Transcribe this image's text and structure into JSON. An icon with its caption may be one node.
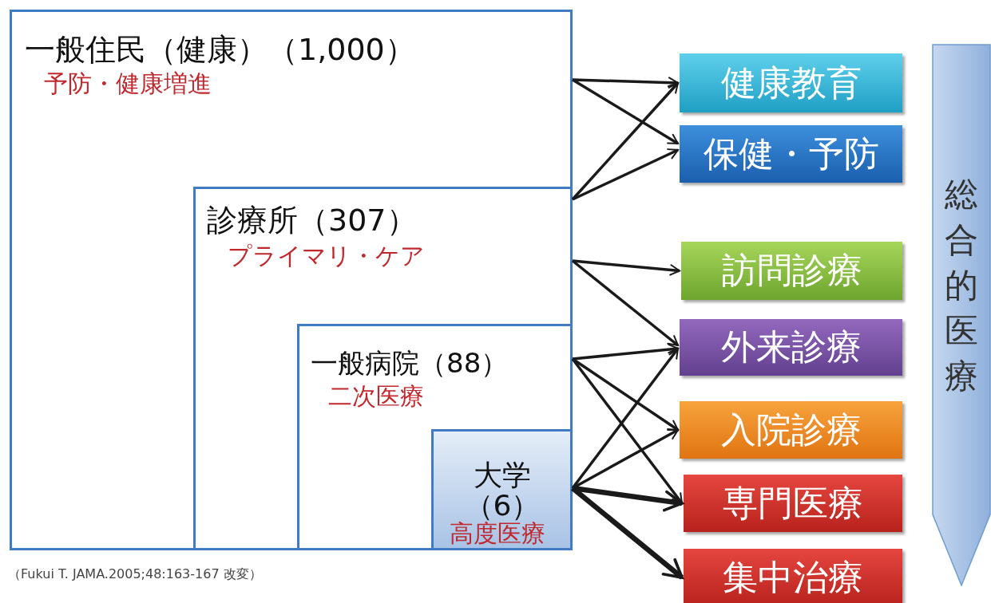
{
  "diagram": {
    "nodes": [
      {
        "text": [
          "一般住民（健康）（1,000）",
          "予防・健康増進"
        ]
      },
      {
        "text": [
          "診療所（307）",
          "プライマリ・ケア"
        ],
        "in": 0
      },
      {
        "text": [
          "一般病院（88）",
          "二次医療"
        ],
        "in": 1
      },
      {
        "text": [
          "大学（6）",
          "高度医療"
        ],
        "in": 2
      },
      {
        "text": [
          "健康教育"
        ]
      },
      {
        "text": [
          "保健・予防"
        ]
      },
      {
        "text": [
          "訪問診療"
        ]
      },
      {
        "text": [
          "外来診療"
        ]
      },
      {
        "text": [
          "入院診療"
        ]
      },
      {
        "text": [
          "専門医療"
        ]
      },
      {
        "text": [
          "集中治療"
        ]
      },
      {
        "text": [
          "総合的医療"
        ]
      }
    ],
    "edges": [
      {
        "from": 0,
        "to": 4,
        "arrow": "to"
      },
      {
        "from": 0,
        "to": 5,
        "arrow": "to"
      },
      {
        "from": 1,
        "to": 4,
        "arrow": "to"
      },
      {
        "from": 1,
        "to": 5,
        "arrow": "to"
      },
      {
        "from": 1,
        "to": 6,
        "arrow": "to"
      },
      {
        "from": 1,
        "to": 7,
        "arrow": "to"
      },
      {
        "from": 2,
        "to": 7,
        "arrow": "to"
      },
      {
        "from": 2,
        "to": 8,
        "arrow": "to"
      },
      {
        "from": 2,
        "to": 9,
        "arrow": "to"
      },
      {
        "from": 3,
        "to": 7,
        "arrow": "to"
      },
      {
        "from": 3,
        "to": 8,
        "arrow": "to"
      },
      {
        "from": 3,
        "to": 9,
        "arrow": "to",
        "style": "thick"
      },
      {
        "from": 3,
        "to": 10,
        "arrow": "to",
        "style": "thick"
      }
    ],
    "labels": [
      "（Fukui T. JAMA.2005;48:163-167 改変）"
    ]
  }
}
